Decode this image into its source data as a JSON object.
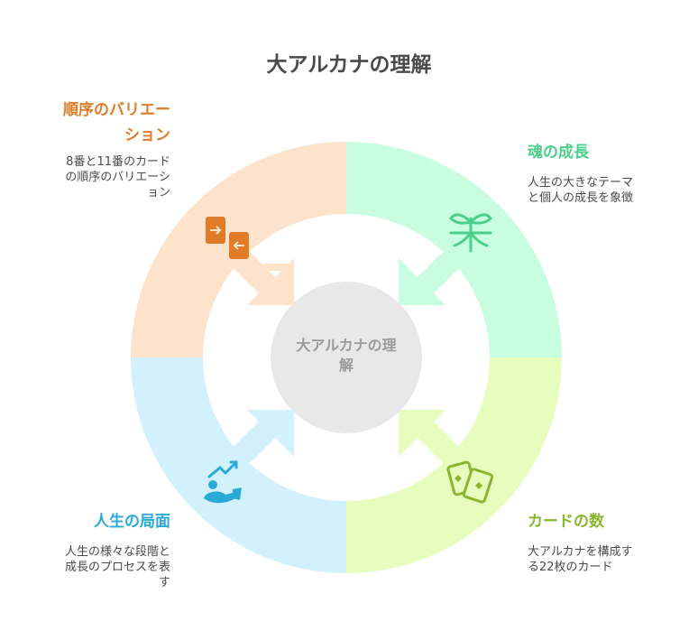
{
  "title": "大アルカナの理解",
  "center": {
    "line1": "大アルカナの理",
    "line2": "解"
  },
  "colors": {
    "orange": "#e07b28",
    "orange_bg": "#fde3cc",
    "green": "#4ccf8a",
    "green_bg": "#c8fde0",
    "lime": "#8ab52e",
    "lime_bg": "#e7fdbe",
    "blue": "#2aaad8",
    "blue_bg": "#d2f1fc",
    "center_bg": "#e8e8e8"
  },
  "segments": [
    {
      "id": "variation",
      "label_lines": [
        "順序のバリエー",
        "ション"
      ],
      "desc_lines": [
        "8番と11番のカード",
        "の順序のバリエーシ",
        "ョン"
      ],
      "icon": "swap-cards-icon"
    },
    {
      "id": "growth",
      "label_lines": [
        "魂の成長"
      ],
      "desc_lines": [
        "人生の大きなテーマ",
        "と個人の成長を象徴"
      ],
      "icon": "sprout-icon"
    },
    {
      "id": "count",
      "label_lines": [
        "カードの数"
      ],
      "desc_lines": [
        "大アルカナを構成す",
        "る22枚のカード"
      ],
      "icon": "cards-icon"
    },
    {
      "id": "phase",
      "label_lines": [
        "人生の局面"
      ],
      "desc_lines": [
        "人生の様々な段階と",
        "成長のプロセスを表",
        "す"
      ],
      "icon": "progress-person-icon"
    }
  ]
}
